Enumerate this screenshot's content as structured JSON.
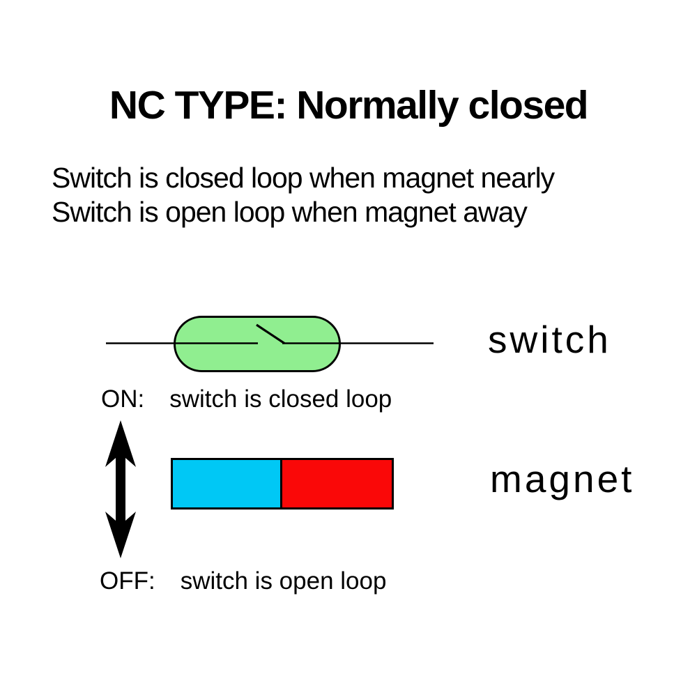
{
  "title": "NC TYPE: Normally closed",
  "subtitle": {
    "line1": "Switch is closed loop when magnet nearly",
    "line2": "Switch is open loop when magnet away"
  },
  "switch_section": {
    "label": "switch",
    "state_label": "ON:",
    "state_text": "switch is closed loop"
  },
  "magnet_section": {
    "label": "magnet",
    "state_label": "OFF:",
    "state_text": "switch is open loop"
  },
  "icons": {
    "reed_switch": "reed-switch-symbol",
    "motion_arrow": "up-down-double-arrow"
  },
  "colors": {
    "background": "#FFFFFF",
    "text": "#000000",
    "line": "#000000",
    "switch_fill": "#90EE90",
    "magnet_north": "#00C8F5",
    "magnet_south": "#FA0808"
  }
}
